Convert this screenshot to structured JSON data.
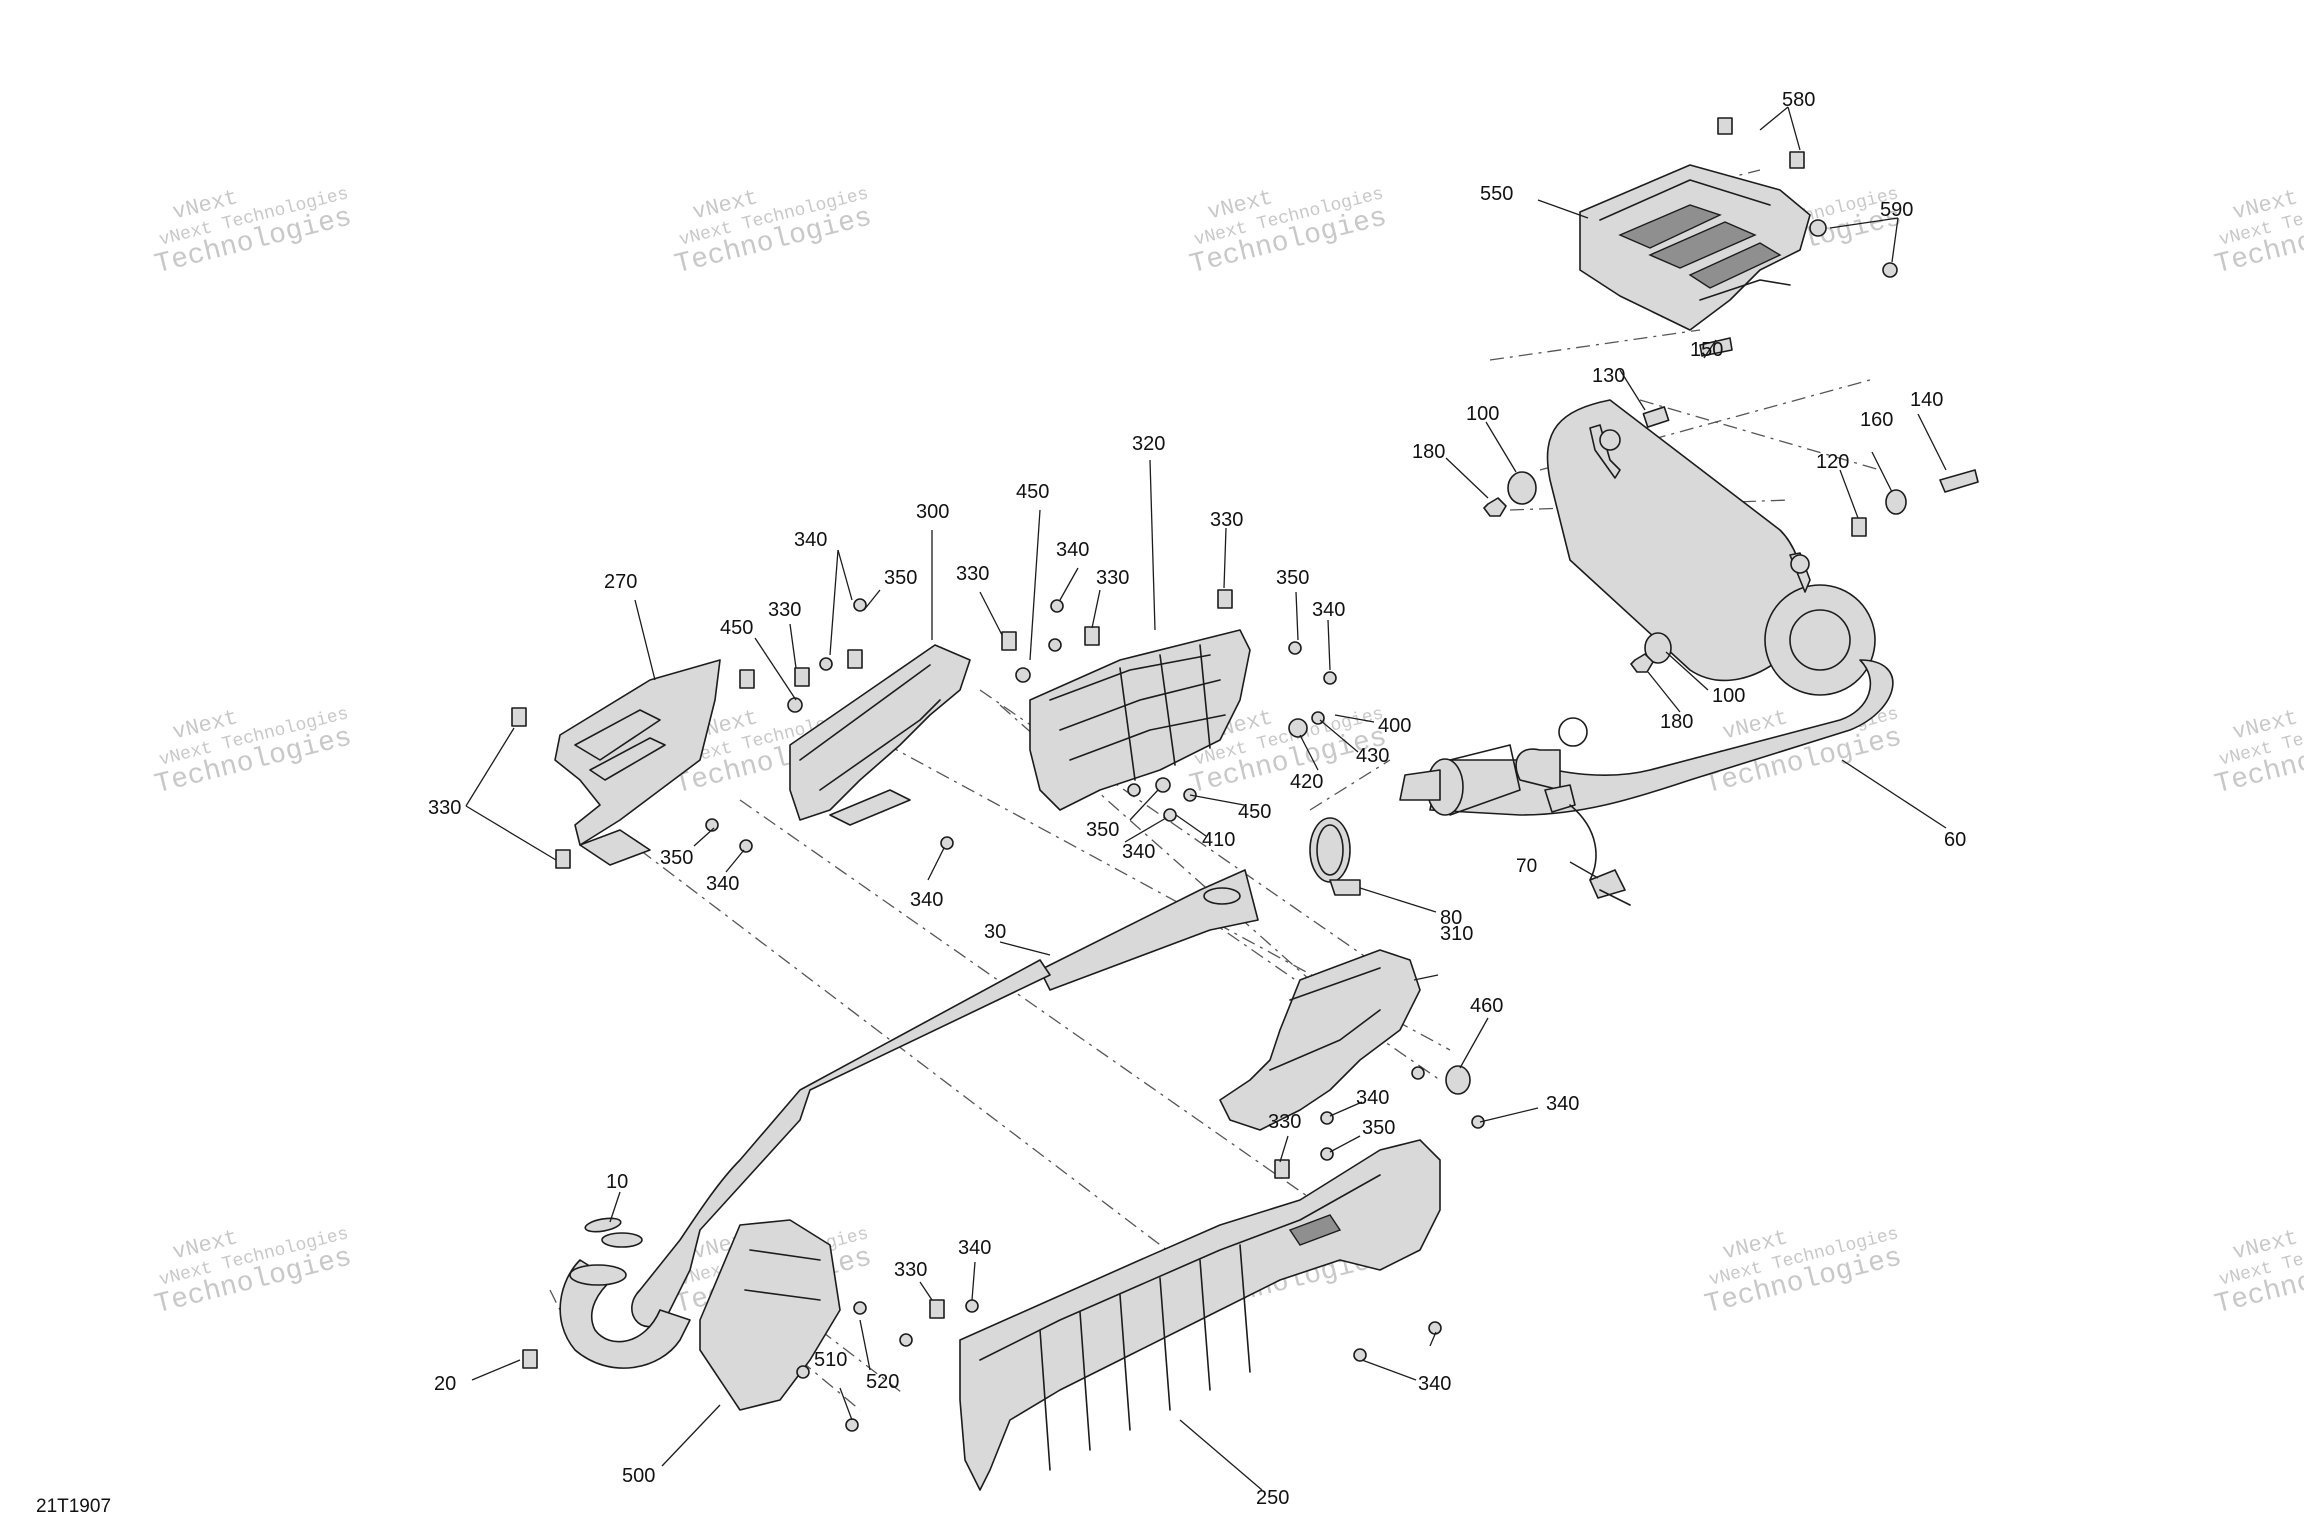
{
  "figure_ref": "21T1907",
  "watermark": {
    "line1": "vNext Technologies",
    "line2": "Technologies",
    "line3": "vNext"
  },
  "callouts": {
    "c580": "580",
    "c550": "550",
    "c590": "590",
    "c150": "150",
    "c130": "130",
    "c100a": "100",
    "c180a": "180",
    "c140": "140",
    "c160": "160",
    "c120": "120",
    "c100b": "100",
    "c180b": "180",
    "c60": "60",
    "c320": "320",
    "c450a": "450",
    "c300": "300",
    "c340a": "340",
    "c350a": "350",
    "c330a": "330",
    "c340b": "340",
    "c330b": "330",
    "c330c": "330",
    "c350b": "350",
    "c340c": "340",
    "c400": "400",
    "c430": "430",
    "c420": "420",
    "c450b": "450",
    "c410": "410",
    "c350c": "350",
    "c340d": "340",
    "c270": "270",
    "c450c": "450",
    "c330d": "330",
    "c330e": "330",
    "c350d": "350",
    "c340e": "340",
    "c340f": "340",
    "c70": "70",
    "c80": "80",
    "c30": "30",
    "c310": "310",
    "c460": "460",
    "c340g": "340",
    "c340h": "340",
    "c330f": "330",
    "c350e": "350",
    "c10": "10",
    "c20": "20",
    "c330g": "330",
    "c340i": "340",
    "c510": "510",
    "c520": "520",
    "c500": "500",
    "c250": "250",
    "c340j": "340"
  }
}
